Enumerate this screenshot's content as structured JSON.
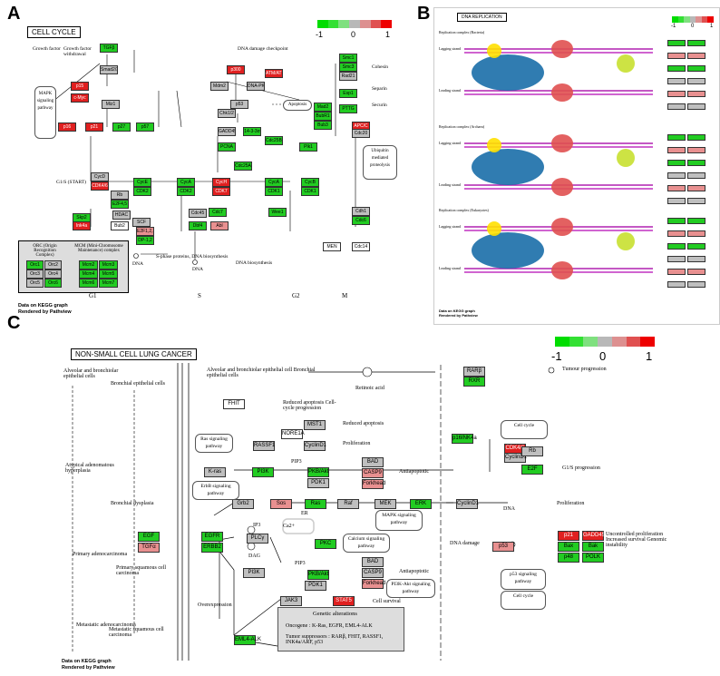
{
  "panels": {
    "a": "A",
    "b": "B",
    "c": "C"
  },
  "scale": {
    "min": "-1",
    "mid": "0",
    "max": "1",
    "colors": [
      "#00dd00",
      "#33e033",
      "#7fe07f",
      "#b8b8b8",
      "#dd9090",
      "#e05050",
      "#ee0000"
    ]
  },
  "panel_a": {
    "title": "CELL CYCLE",
    "footnote": "Data on KEGG graph\nRendered by Pathview",
    "phases": [
      "G1",
      "S",
      "G2",
      "M"
    ],
    "labels": {
      "growth": "Growth factor",
      "growth_w": "Growth factor withdrawal",
      "damage": "DNA damage checkpoint",
      "mapk": "MAPK signaling pathway",
      "apoptosis": "Apoptosis",
      "cohesin": "Cohesin",
      "separin": "Separin",
      "securin": "Securin",
      "ubiq": "Ubiquitin mediated proteolysis",
      "start": "G1/S (START)",
      "sphase": "S-phase proteins, DNA biosynthesis",
      "dna": "DNA",
      "dna_bio": "DNA biosynthesis",
      "orc": "ORC (Origin Recognition Complex)",
      "mcm": "MCM (Mini-Chromosome Maintenance) complex"
    },
    "genes": [
      {
        "t": "TGFβ",
        "c": "g"
      },
      {
        "t": "p15",
        "c": "r"
      },
      {
        "t": "Smad2/3",
        "c": "gr"
      },
      {
        "t": "c-Myc",
        "c": "r"
      },
      {
        "t": "Miz1",
        "c": "gr"
      },
      {
        "t": "ATM/ATR",
        "c": "r"
      },
      {
        "t": "p53",
        "c": "gr"
      },
      {
        "t": "GADD45",
        "c": "gr"
      },
      {
        "t": "14-3-3σ",
        "c": "g"
      },
      {
        "t": "Chk1/2",
        "c": "gr"
      },
      {
        "t": "Mdm2",
        "c": "gr"
      },
      {
        "t": "p300",
        "c": "r"
      },
      {
        "t": "DNA-PK",
        "c": "gr"
      },
      {
        "t": "p16",
        "c": "r"
      },
      {
        "t": "p21",
        "c": "r"
      },
      {
        "t": "p27",
        "c": "g"
      },
      {
        "t": "p57",
        "c": "g"
      },
      {
        "t": "CycD",
        "c": "gr"
      },
      {
        "t": "CDK4/6",
        "c": "r"
      },
      {
        "t": "Rb",
        "c": "gr"
      },
      {
        "t": "E2F4,5",
        "c": "g"
      },
      {
        "t": "CycE",
        "c": "g"
      },
      {
        "t": "CDK2",
        "c": "g"
      },
      {
        "t": "E2F1,2,3",
        "c": "pk"
      },
      {
        "t": "DP-1,2",
        "c": "g"
      },
      {
        "t": "CycA",
        "c": "g"
      },
      {
        "t": "CDK2",
        "c": "g"
      },
      {
        "t": "CycH",
        "c": "r"
      },
      {
        "t": "CDK7",
        "c": "r"
      },
      {
        "t": "CycA",
        "c": "g"
      },
      {
        "t": "CDK1",
        "c": "g"
      },
      {
        "t": "CycB",
        "c": "g"
      },
      {
        "t": "CDK1",
        "c": "g"
      },
      {
        "t": "PCNA",
        "c": "g"
      },
      {
        "t": "Cdc25A",
        "c": "g"
      },
      {
        "t": "Cdc25B,C",
        "c": "g"
      },
      {
        "t": "Wee1",
        "c": "g"
      },
      {
        "t": "Plk1",
        "c": "g"
      },
      {
        "t": "Mad2",
        "c": "g"
      },
      {
        "t": "BubR1",
        "c": "g"
      },
      {
        "t": "Bub3",
        "c": "g"
      },
      {
        "t": "Smc1",
        "c": "g"
      },
      {
        "t": "Smc3",
        "c": "g"
      },
      {
        "t": "Rad21",
        "c": "gr"
      },
      {
        "t": "Esp1",
        "c": "g"
      },
      {
        "t": "PTTG",
        "c": "g"
      },
      {
        "t": "APC/C",
        "c": "r"
      },
      {
        "t": "Cdc20",
        "c": "gr"
      },
      {
        "t": "Cdh1",
        "c": "gr"
      },
      {
        "t": "Cdc6",
        "c": "g"
      },
      {
        "t": "Cdc45",
        "c": "gr"
      },
      {
        "t": "Cdc7",
        "c": "g"
      },
      {
        "t": "Dbf4",
        "c": "g"
      },
      {
        "t": "Abl",
        "c": "pk"
      },
      {
        "t": "HDAC",
        "c": "gr"
      },
      {
        "t": "SCF",
        "c": "gr"
      },
      {
        "t": "Skp2",
        "c": "g"
      },
      {
        "t": "Ink4a",
        "c": "r"
      },
      {
        "t": "Bub2",
        "c": "w"
      },
      {
        "t": "MEN",
        "c": "w"
      },
      {
        "t": "Cdc14",
        "c": "w"
      }
    ],
    "orc": [
      {
        "t": "Orc1",
        "c": "g"
      },
      {
        "t": "Orc2",
        "c": "gr"
      },
      {
        "t": "Orc3",
        "c": "gr"
      },
      {
        "t": "Orc4",
        "c": "gr"
      },
      {
        "t": "Orc5",
        "c": "gr"
      },
      {
        "t": "Orc6",
        "c": "g"
      }
    ],
    "mcm": [
      {
        "t": "Mcm2",
        "c": "g"
      },
      {
        "t": "Mcm3",
        "c": "g"
      },
      {
        "t": "Mcm4",
        "c": "g"
      },
      {
        "t": "Mcm5",
        "c": "g"
      },
      {
        "t": "Mcm6",
        "c": "g"
      },
      {
        "t": "Mcm7",
        "c": "g"
      }
    ]
  },
  "panel_b": {
    "title": "DNA REPLICATION",
    "footnote": "Data on KEGG graph\nRendered by Pathview",
    "sections": [
      "Replication complex (Bacteria)",
      "Replication complex (Archaea)",
      "Replication complex (Eukaryotes)"
    ],
    "strands": {
      "lagging": "Lagging strand",
      "leading": "Leading strand"
    }
  },
  "panel_c": {
    "title": "NON-SMALL CELL LUNG CANCER",
    "footnote": "Data on KEGG graph\nRendered by Pathview",
    "left_labels": [
      "Alveolar and bronchiolar epithelial cells",
      "Bronchial epithelial cells",
      "Atypical adenomatous hyperplasia",
      "Bronchial dysplasia",
      "Primary adenocarcinoma",
      "Primary squamous cell carcinoma",
      "Metastatic adenocarcinoma",
      "Metastatic squamous cell carcinoma"
    ],
    "middle_header": "Alveolar and bronchiolar epithelial cell Bronchial epithelial cells",
    "labels": {
      "reduced_apop": "Reduced apoptosis Cell-cycle progression",
      "retinoic": "Retinoic acid",
      "tumour": "Tumour progression",
      "reduced_apop2": "Reduced apoptosis",
      "prolif": "Proliferation",
      "antiapop": "Antiapoptotic",
      "g1s": "G1/S progression",
      "prolif2": "Proliferation",
      "uncontrolled": "Uncontrolled proliferation Increased survival Genomic instability",
      "antiapop2": "Antiapoptotic",
      "cell_survival": "Cell survival",
      "overexpr": "Overexpression",
      "dna_damage": "DNA damage",
      "dna": "DNA",
      "er": "ER",
      "ip3": "IP3",
      "dag": "DAG",
      "ca": "Ca2+",
      "pip3": "PIP3",
      "pip3b": "PIP3"
    },
    "rounded": {
      "ras": "Ras signaling pathway",
      "erbb": "ErbB signaling pathway",
      "mapk": "MAPK signaling pathway",
      "calcium": "Calcium signaling pathway",
      "pi3k": "PI3K-Akt signaling pathway",
      "cellcycle": "Cell cycle",
      "p53": "p53 signaling pathway",
      "cellcycle2": "Cell cycle"
    },
    "genetic": {
      "title": "Genetic alterations",
      "oncogene": "Oncogene : K-Ras, EGFR, EML4-ALK",
      "suppressor": "Tumor suppressors : RARβ, FHIT, RASSF1, INK4a/ARF, p53"
    },
    "genes": [
      {
        "t": "EGF",
        "c": "g"
      },
      {
        "t": "TGFα",
        "c": "pk"
      },
      {
        "t": "EGFR",
        "c": "g"
      },
      {
        "t": "ERBB2",
        "c": "g"
      },
      {
        "t": "FHIT",
        "c": "w"
      },
      {
        "t": "NORE1A",
        "c": "w"
      },
      {
        "t": "RASSF1",
        "c": "gr"
      },
      {
        "t": "MST1",
        "c": "gr"
      },
      {
        "t": "CyclinD1",
        "c": "gr"
      },
      {
        "t": "K-ras",
        "c": "gr"
      },
      {
        "t": "PI3K",
        "c": "g"
      },
      {
        "t": "PKB/Akt",
        "c": "g"
      },
      {
        "t": "PDK1",
        "c": "gr"
      },
      {
        "t": "BAD",
        "c": "gr"
      },
      {
        "t": "CASP9",
        "c": "pk"
      },
      {
        "t": "Forkhead",
        "c": "pk"
      },
      {
        "t": "Grb2",
        "c": "gr"
      },
      {
        "t": "Sos",
        "c": "pk"
      },
      {
        "t": "Ras",
        "c": "g"
      },
      {
        "t": "Raf",
        "c": "gr"
      },
      {
        "t": "MEK",
        "c": "gr"
      },
      {
        "t": "ERK",
        "c": "g"
      },
      {
        "t": "PLCγ",
        "c": "gr"
      },
      {
        "t": "PKC",
        "c": "g"
      },
      {
        "t": "PI3K",
        "c": "gr"
      },
      {
        "t": "PKB/Akt",
        "c": "g"
      },
      {
        "t": "PDK1",
        "c": "gr"
      },
      {
        "t": "BAD",
        "c": "gr"
      },
      {
        "t": "CASP9",
        "c": "gr"
      },
      {
        "t": "Forkhead",
        "c": "pk"
      },
      {
        "t": "JAK3",
        "c": "gr"
      },
      {
        "t": "STAT5",
        "c": "r"
      },
      {
        "t": "EML4-ALK",
        "c": "g"
      },
      {
        "t": "RARβ",
        "c": "gr"
      },
      {
        "t": "RXR",
        "c": "g"
      },
      {
        "t": "p16INK4a",
        "c": "g"
      },
      {
        "t": "CDK4/6",
        "c": "r"
      },
      {
        "t": "CyclinD1",
        "c": "gr"
      },
      {
        "t": "Rb",
        "c": "gr"
      },
      {
        "t": "E2F",
        "c": "g"
      },
      {
        "t": "CyclinD1",
        "c": "gr"
      },
      {
        "t": "p53",
        "c": "pk"
      },
      {
        "t": "p21",
        "c": "r"
      },
      {
        "t": "GADD45",
        "c": "r"
      },
      {
        "t": "Bax",
        "c": "g"
      },
      {
        "t": "Bak",
        "c": "g"
      },
      {
        "t": "p48",
        "c": "g"
      },
      {
        "t": "POLK",
        "c": "g"
      }
    ]
  }
}
